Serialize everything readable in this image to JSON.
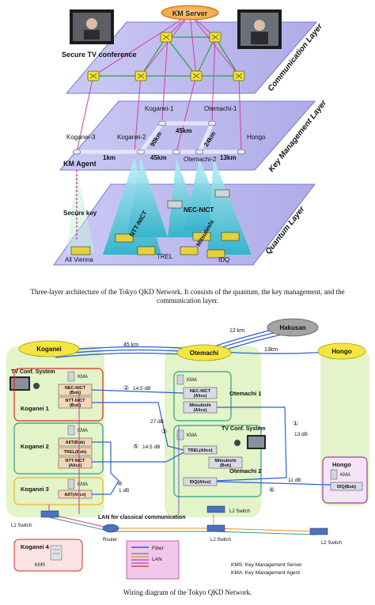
{
  "top": {
    "km_server": "KM Server",
    "secure_tv": "Secure TV conference",
    "layers": {
      "communication": "Communication Layer",
      "key_management": "Key Management Layer",
      "quantum": "Quantum Layer"
    },
    "nodes": {
      "koganei1": "Koganei-1",
      "koganei2": "Koganei-2",
      "koganei3": "Koganei-3",
      "otemachi1": "Otemachi-1",
      "otemachi2": "Otemachi-2",
      "hongo": "Hongo"
    },
    "distances": {
      "d45_top": "45km",
      "d90": "90km",
      "d24": "24km",
      "d45_bottom": "45km",
      "d1": "1km",
      "d13": "13km"
    },
    "km_agent": "KM Agent",
    "secure_key": "Secure key",
    "vendors": {
      "ntt": "NTT-NICT",
      "nec": "NEC-NICT",
      "mitsubishi": "Mitsubishi",
      "all_vienna": "All Vienna",
      "trel": "TREL",
      "idq": "IDQ"
    }
  },
  "caption1": "Three-layer architecture of the Tokyo QKD Network. It consists of the quantum, the key management, and the communication layer.",
  "bottom": {
    "sites": {
      "koganei": "Koganei",
      "otemachi": "Otemachi",
      "hongo": "Hongo",
      "hakusan": "Hakusan"
    },
    "links": {
      "k_o": "45 km",
      "hakusan": "12 km",
      "o_h": "13km"
    },
    "tv_left": "TV Conf. System",
    "tv_right": "TV Conf. System",
    "groups": {
      "koganei1": "Koganei 1",
      "koganei2": "Koganei 2",
      "koganei3": "Koganei 3",
      "koganei4": "Koganei 4",
      "otemachi1": "Otemachi 1",
      "otemachi2": "Otemachi 2",
      "hongo": "Hongo"
    },
    "kma": "KMA",
    "kms": "KMS",
    "devices": {
      "nec_bob": "NEC-NICT\n(Bob)",
      "ntt_bob": "NTT-NICT\n(Bob)",
      "aiit_bob": "AIIT(Bob)",
      "trel_bob": "TREL(Bob)",
      "ntt_alice": "NTT-NICT\n(Alice)",
      "aiit_alice": "AIIT(Alice)",
      "nec_alice": "NEC-NICT\n(Alice)",
      "mitsu_alice": "Mitsubishi\n(Alice)",
      "trel_alice": "TREL(Alice)",
      "mitsu_bob": "Mitsubishi\n(Bob)",
      "idq_alice": "IDQ(Alice)",
      "idq_bob": "IDQ(Bob)"
    },
    "losses": {
      "l2": "②",
      "l2_val": "14.5 dB",
      "l3": "③",
      "l3_val": "27 dB",
      "l5": "⑤",
      "l5_val": "14.5 dB",
      "l4": "④",
      "l4_val": "1 dB",
      "l1": "①",
      "l1_val": "13 dB",
      "l6": "⑥",
      "l6_val": "11 dB"
    },
    "l2_switch": "L2 Switch",
    "lan_label": "LAN for classical communication",
    "router": "Router",
    "legend": {
      "fiber": "Fiber",
      "lan": "LAN"
    },
    "abbr": {
      "kms": "KMS: Key Management Server",
      "kma": "KMA: Key Management Agent"
    }
  },
  "caption2": "Wiring diagram of the Tokyo QKD Network.",
  "colors": {
    "plane": "#b7b4ee",
    "plane_edge": "#6d6ac9",
    "green_bg": "#e2f4c8",
    "blue_line": "#2f5fd8",
    "lan_purple": "#c8379b",
    "lan_orange": "#ef8f12",
    "red_box": "#d12f24",
    "yellow_box": "#f1b51b",
    "teal_box": "#2e9d86"
  }
}
